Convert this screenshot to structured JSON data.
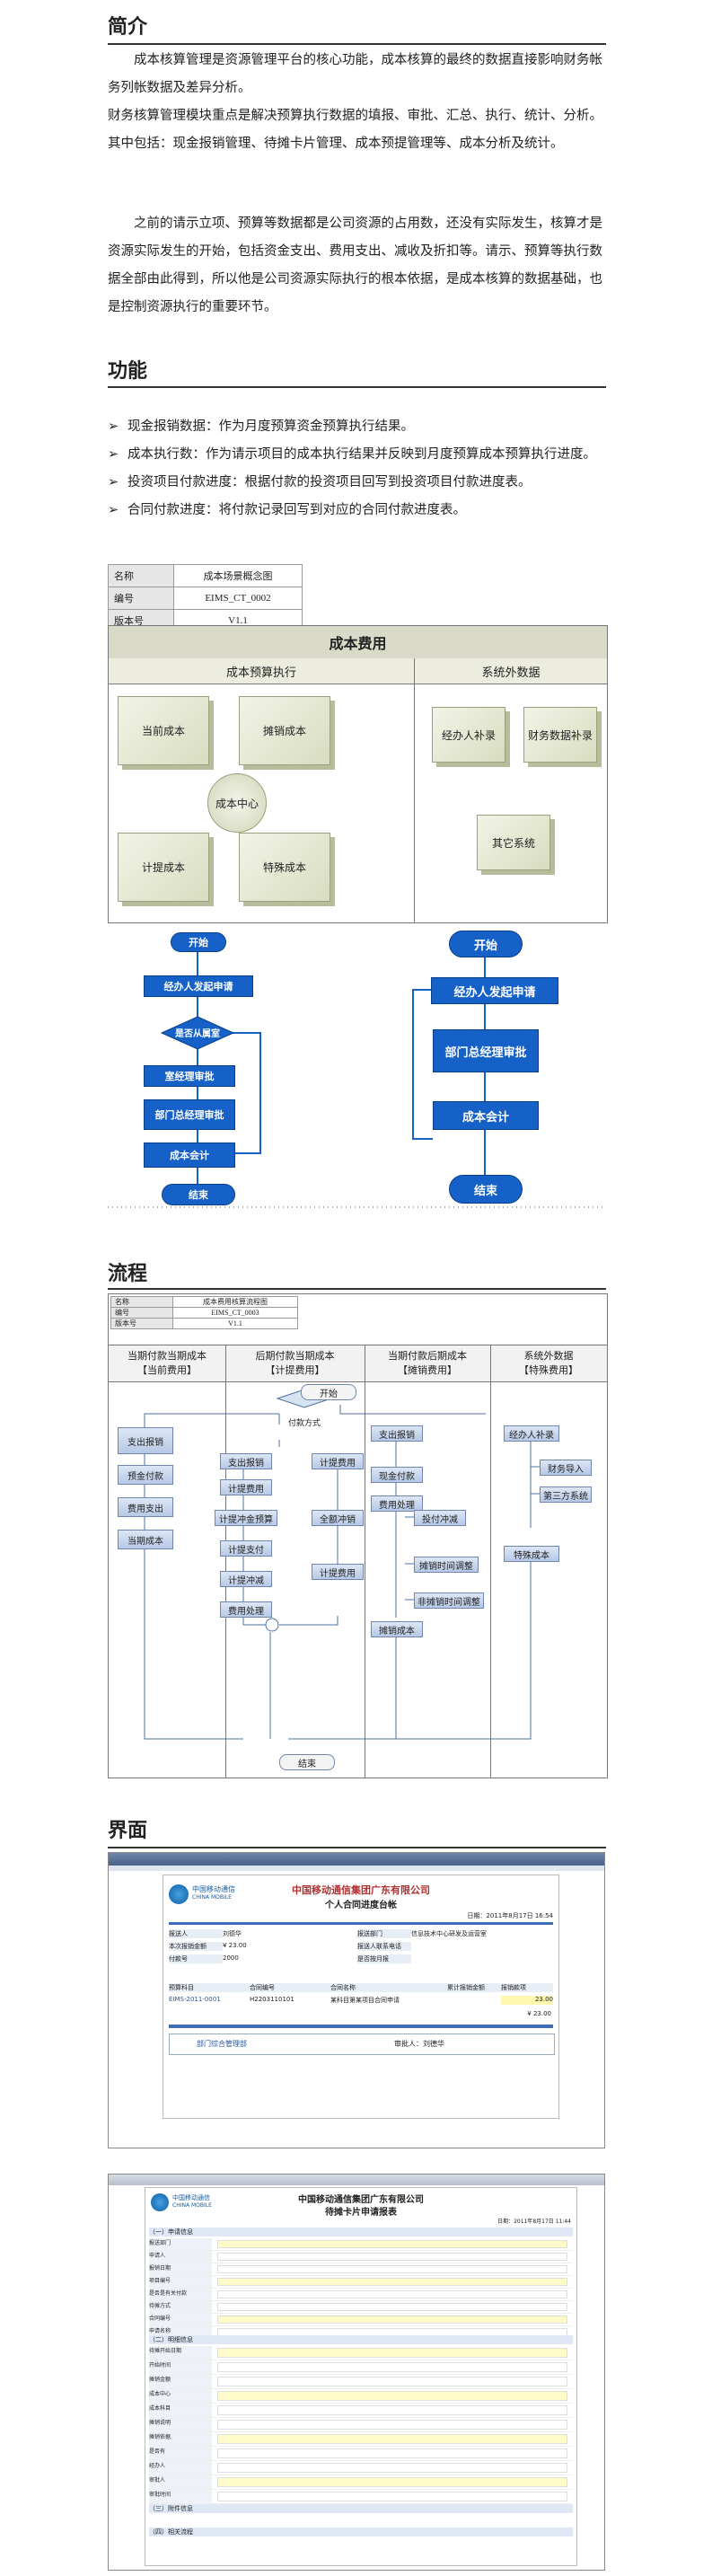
{
  "intro": {
    "title": "简介",
    "p1": "成本核算管理是资源管理平台的核心功能，成本核算的最终的数据直接影响财务帐务列帐数据及差异分析。",
    "p2": "财务核算管理模块重点是解决预算执行数据的填报、审批、汇总、执行、统计、分析。其中包括：现金报销管理、待摊卡片管理、成本预提管理等、成本分析及统计。",
    "p3": "之前的请示立项、预算等数据都是公司资源的占用数，还没有实际发生，核算才是资源实际发生的开始，包括资金支出、费用支出、减收及折扣等。请示、预算等执行数据全部由此得到，所以他是公司资源实际执行的根本依据，是成本核算的数据基础，也是控制资源执行的重要环节。"
  },
  "features": {
    "title": "功能",
    "items": [
      "现金报销数据：作为月度预算资金预算执行结果。",
      "成本执行数：作为请示项目的成本执行结果并反映到月度预算成本预算执行进度。",
      "投资项目付款进度：根据付款的投资项目回写到投资项目付款进度表。",
      "合同付款进度：将付款记录回写到对应的合同付款进度表。"
    ],
    "bullet_glyph": "➢"
  },
  "concept": {
    "meta": [
      {
        "k": "名称",
        "v": "成本场景概念图"
      },
      {
        "k": "编号",
        "v": "EIMS_CT_0002"
      },
      {
        "k": "版本号",
        "v": "V1.1"
      }
    ],
    "header": "成本费用",
    "left_title": "成本预算执行",
    "right_title": "系统外数据",
    "left_boxes": [
      "当前成本",
      "摊销成本",
      "计提成本",
      "特殊成本"
    ],
    "center_circle": "成本中心",
    "right_boxes": [
      "经办人补录",
      "财务数据补录",
      "其它系统"
    ]
  },
  "flow_small": {
    "left": [
      "开始",
      "经办人发起申请",
      "是否从属室",
      "室经理审批",
      "部门总经理审批",
      "成本会计",
      "结束"
    ],
    "right": [
      "开始",
      "经办人发起申请",
      "部门总经理审批",
      "成本会计",
      "结束"
    ]
  },
  "process": {
    "title": "流程",
    "meta": [
      {
        "k": "名称",
        "v": "成本费用核算流程图"
      },
      {
        "k": "编号",
        "v": "EIMS_CT_0003"
      },
      {
        "k": "版本号",
        "v": "V1.1"
      }
    ],
    "lanes": [
      "当期付款当期成本\n【当前费用】",
      "后期付款当期成本\n【计提费用】",
      "当期付款后期成本\n【摊销费用】",
      "系统外数据\n【特殊费用】"
    ],
    "start": "开始",
    "end": "结束",
    "lane1": [
      "支出报销",
      "预金付款",
      "费用支出",
      "当期成本"
    ],
    "decision": "付款方式",
    "lane2a": [
      "支出报销",
      "计提费用",
      "计提冲金预算",
      "计提支付",
      "计提冲减",
      "费用处理"
    ],
    "lane2b": [
      "计提费用",
      "全额冲销",
      "计提费用"
    ],
    "lane3": [
      "支出报销",
      "现金付款",
      "费用处理",
      "投付冲减",
      "摊销时间调整",
      "非摊销时间调整",
      "摊销成本"
    ],
    "lane4": [
      "经办人补录",
      "财务导入",
      "第三方系统",
      "特殊成本"
    ]
  },
  "ui": {
    "title": "界面",
    "screen1": {
      "company": "中国移动通信集团广东有限公司",
      "form_title": "个人合同进度台帐",
      "logo": "中国移动通信",
      "logo_en": "CHINA MOBILE",
      "date": "日期：2011年8月17日 16:54",
      "fields": [
        {
          "k": "报送人",
          "v": "刘德华"
        },
        {
          "k": "报送部门",
          "v": "信息技术中心研发及运营室"
        },
        {
          "k": "本次报销金额",
          "v": "¥ 23.00"
        },
        {
          "k": "报送人联系电话",
          "v": ""
        },
        {
          "k": "付款号",
          "v": "2000"
        },
        {
          "k": "是否按月报",
          "v": ""
        }
      ],
      "table_headers": [
        "预算科目",
        "合同编号",
        "合同名称",
        "累计报销金额",
        "报销款项"
      ],
      "table_row": [
        "EIMS-2011-0001",
        "H2203110101",
        "某科目第某项目合同申请",
        "",
        "23.00"
      ],
      "total": "¥ 23.00",
      "footer_left": "部门综合管理部",
      "footer_right": "审批人：刘德华"
    },
    "screen2": {
      "company": "中国移动通信集团广东有限公司",
      "form_title": "待摊卡片申请报表",
      "logo": "中国移动通信",
      "logo_en": "CHINA MOBILE",
      "date": "日期：2011年8月17日 11:44",
      "sec1": "（一）申请信息",
      "sec2": "（二）明细信息",
      "sec3": "（三）附件信息",
      "sec4": "（四）相关流程",
      "rows1": [
        "报送部门",
        "申请人",
        "报销日期",
        "项目编号",
        "是否是有关付款",
        "待摊方式",
        "合同编号",
        "申请名称"
      ],
      "rows2": [
        "待摊开始日期",
        "开始时间",
        "摊销金额",
        "成本中心",
        "成本科目",
        "摊销说明",
        "摊销依据",
        "是否有",
        "经办人",
        "审批人",
        "审批时间"
      ]
    }
  }
}
